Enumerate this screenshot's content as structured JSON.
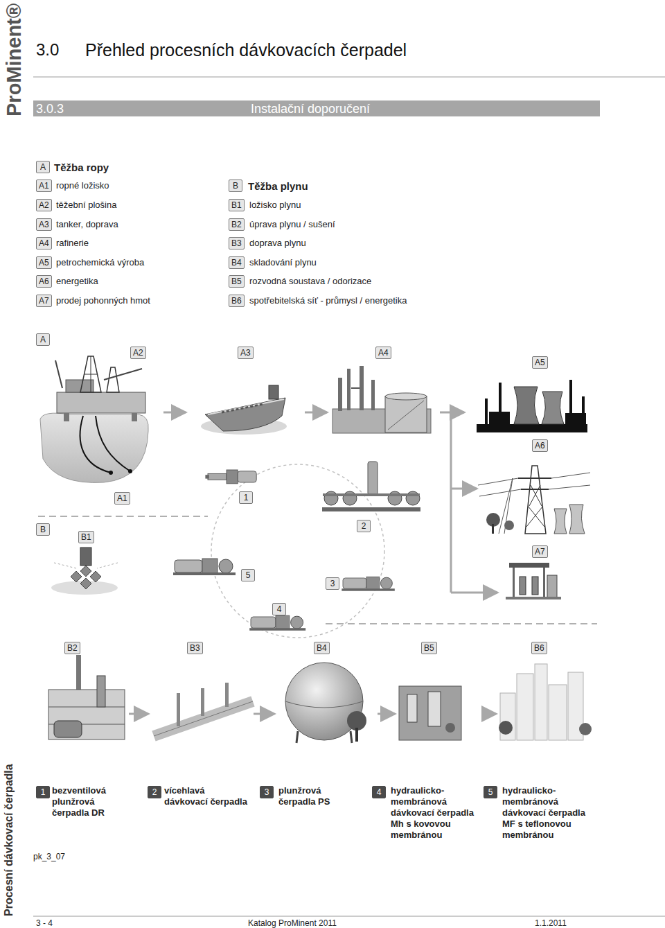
{
  "diagram": {
    "title": "Přehled procesních dávkovacích čerpadel",
    "nodes": [
      {
        "text": [
          "A"
        ]
      },
      {
        "text": [
          "A1"
        ]
      },
      {
        "text": [
          "A2"
        ]
      },
      {
        "text": [
          "A3"
        ]
      },
      {
        "text": [
          "A4"
        ]
      },
      {
        "text": [
          "A5"
        ]
      },
      {
        "text": [
          "A6"
        ]
      },
      {
        "text": [
          "A7"
        ]
      },
      {
        "text": [
          "B"
        ]
      },
      {
        "text": [
          "B1"
        ]
      },
      {
        "text": [
          "B2"
        ]
      },
      {
        "text": [
          "B3"
        ]
      },
      {
        "text": [
          "B4"
        ]
      },
      {
        "text": [
          "B5"
        ]
      },
      {
        "text": [
          "B6"
        ]
      },
      {
        "text": [
          "A"
        ]
      },
      {
        "text": [
          "A2"
        ]
      },
      {
        "text": [
          "A3"
        ]
      },
      {
        "text": [
          "A4"
        ]
      },
      {
        "text": [
          "A5"
        ]
      },
      {
        "text": [
          "A6"
        ]
      },
      {
        "text": [
          "A1"
        ]
      },
      {
        "text": [
          "1"
        ]
      },
      {
        "text": [
          "2"
        ]
      },
      {
        "text": [
          "B"
        ]
      },
      {
        "text": [
          "B1"
        ]
      },
      {
        "text": [
          "A7"
        ]
      },
      {
        "text": [
          "5"
        ]
      },
      {
        "text": [
          "3"
        ]
      },
      {
        "text": [
          "4"
        ]
      },
      {
        "text": [
          "B2"
        ]
      },
      {
        "text": [
          "B3"
        ]
      },
      {
        "text": [
          "B4"
        ]
      },
      {
        "text": [
          "B5"
        ]
      },
      {
        "text": [
          "B6"
        ]
      },
      {
        "text": [
          "1"
        ]
      },
      {
        "text": [
          "2"
        ]
      },
      {
        "text": [
          "3"
        ]
      },
      {
        "text": [
          "4"
        ]
      },
      {
        "text": [
          "5"
        ]
      }
    ],
    "labels": [
      "ProMinent®",
      "3.0",
      "3.0.3",
      "Instalační doporučení",
      "Těžba ropy",
      "ropné ložisko",
      "těžební plošina",
      "tanker, doprava",
      "rafinerie",
      "petrochemická výroba",
      "energetika",
      "prodej pohonných hmot",
      "Těžba plynu",
      "ložisko plynu",
      "úprava plynu / sušení",
      "doprava plynu",
      "skladování plynu",
      "rozvodná soustava / odorizace",
      "spotřebitelská síť - průmysl / energetika",
      "bezventilová plunžrová čerpadla DR",
      "vícehlavá dávkovací čerpadla",
      "plunžrová čerpadla PS",
      "hydraulicko-membránová dávkovací čerpadla Mh s kovovou membránou",
      "hydraulicko-membránová dávkovací čerpadla MF s teflonovou membránou",
      "pk_3_07",
      "Procesní dávkovací čerpadla",
      "3 - 4",
      "Katalog ProMinent 2011",
      "1.1.2011"
    ]
  }
}
